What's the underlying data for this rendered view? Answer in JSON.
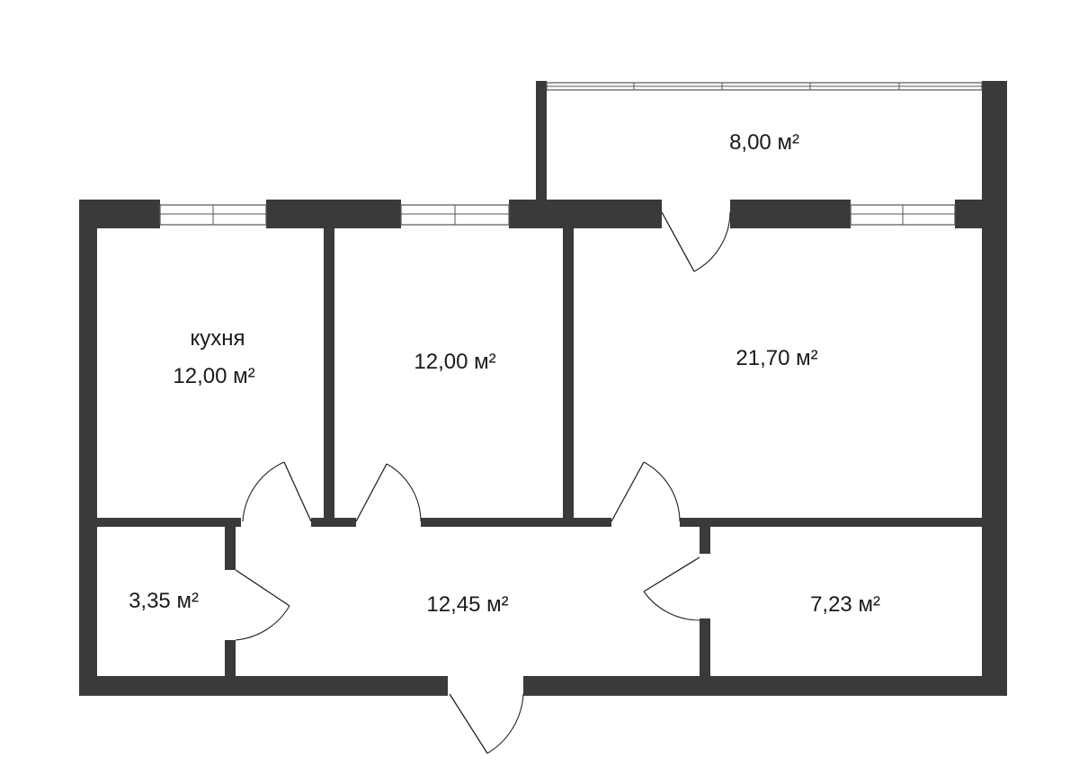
{
  "floor_plan": {
    "balcony": {
      "area": "8,00 м²"
    },
    "kitchen": {
      "name": "кухня",
      "area": "12,00 м²"
    },
    "bedroom": {
      "area": "12,00 м²"
    },
    "living_room": {
      "area": "21,70 м²"
    },
    "bathroom": {
      "area": "3,35 м²"
    },
    "hallway": {
      "area": "12,45 м²"
    },
    "small_room": {
      "area": "7,23 м²"
    }
  },
  "colors": {
    "wall": "#3a3a3a",
    "background": "#ffffff"
  }
}
